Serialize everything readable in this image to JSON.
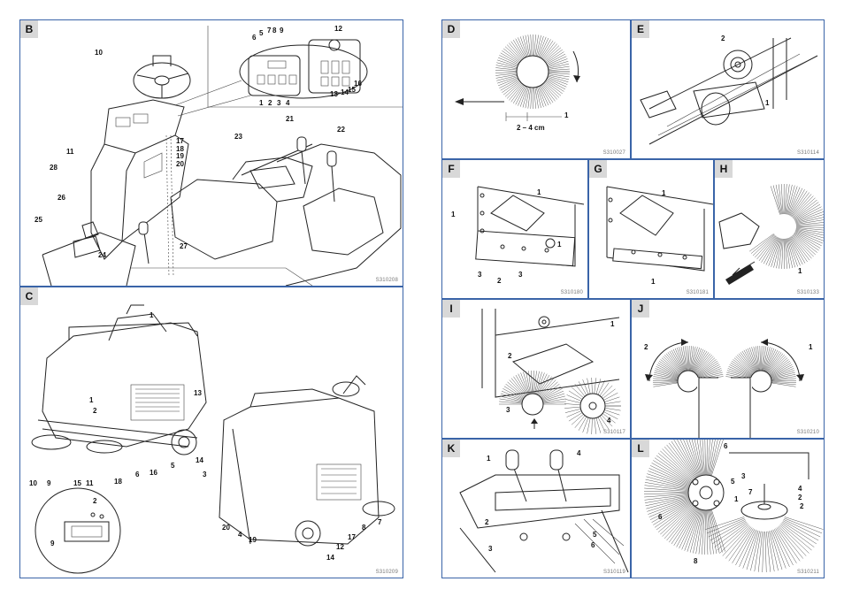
{
  "panels": {
    "B": {
      "tag": "B",
      "code": "S310208",
      "labels": [
        "10",
        "6",
        "5",
        "7",
        "8",
        "9",
        "12",
        "1",
        "2",
        "3",
        "4",
        "13",
        "14",
        "15",
        "16",
        "21",
        "22",
        "23",
        "11",
        "28",
        "17",
        "18",
        "19",
        "20",
        "26",
        "27",
        "25",
        "24"
      ]
    },
    "C": {
      "tag": "C",
      "code": "S310209",
      "labels": [
        "1",
        "13",
        "1",
        "2",
        "10",
        "9",
        "15",
        "11",
        "18",
        "6",
        "16",
        "5",
        "14",
        "3",
        "2",
        "9",
        "20",
        "4",
        "19",
        "12",
        "17",
        "8",
        "7",
        "14"
      ]
    },
    "D": {
      "tag": "D",
      "code": "S310027",
      "measure": "2 – 4 cm",
      "labels": [
        "1"
      ]
    },
    "E": {
      "tag": "E",
      "code": "S310114",
      "labels": [
        "2",
        "1"
      ]
    },
    "F": {
      "tag": "F",
      "code": "S310180",
      "labels": [
        "1",
        "1",
        "1",
        "3",
        "2",
        "3"
      ]
    },
    "G": {
      "tag": "G",
      "code": "S310181",
      "labels": [
        "1",
        "1"
      ]
    },
    "H": {
      "tag": "H",
      "code": "S310133",
      "labels": [
        "1"
      ]
    },
    "I": {
      "tag": "I",
      "code": "S310117",
      "labels": [
        "1",
        "2",
        "3",
        "4"
      ]
    },
    "J": {
      "tag": "J",
      "code": "S310210",
      "labels": [
        "2",
        "1"
      ]
    },
    "K": {
      "tag": "K",
      "code": "S310119",
      "labels": [
        "1",
        "4",
        "2",
        "3",
        "5",
        "6"
      ]
    },
    "L": {
      "tag": "L",
      "code": "S310211",
      "labels": [
        "6",
        "5",
        "4",
        "3",
        "7",
        "1",
        "2",
        "6",
        "2",
        "8"
      ]
    }
  }
}
